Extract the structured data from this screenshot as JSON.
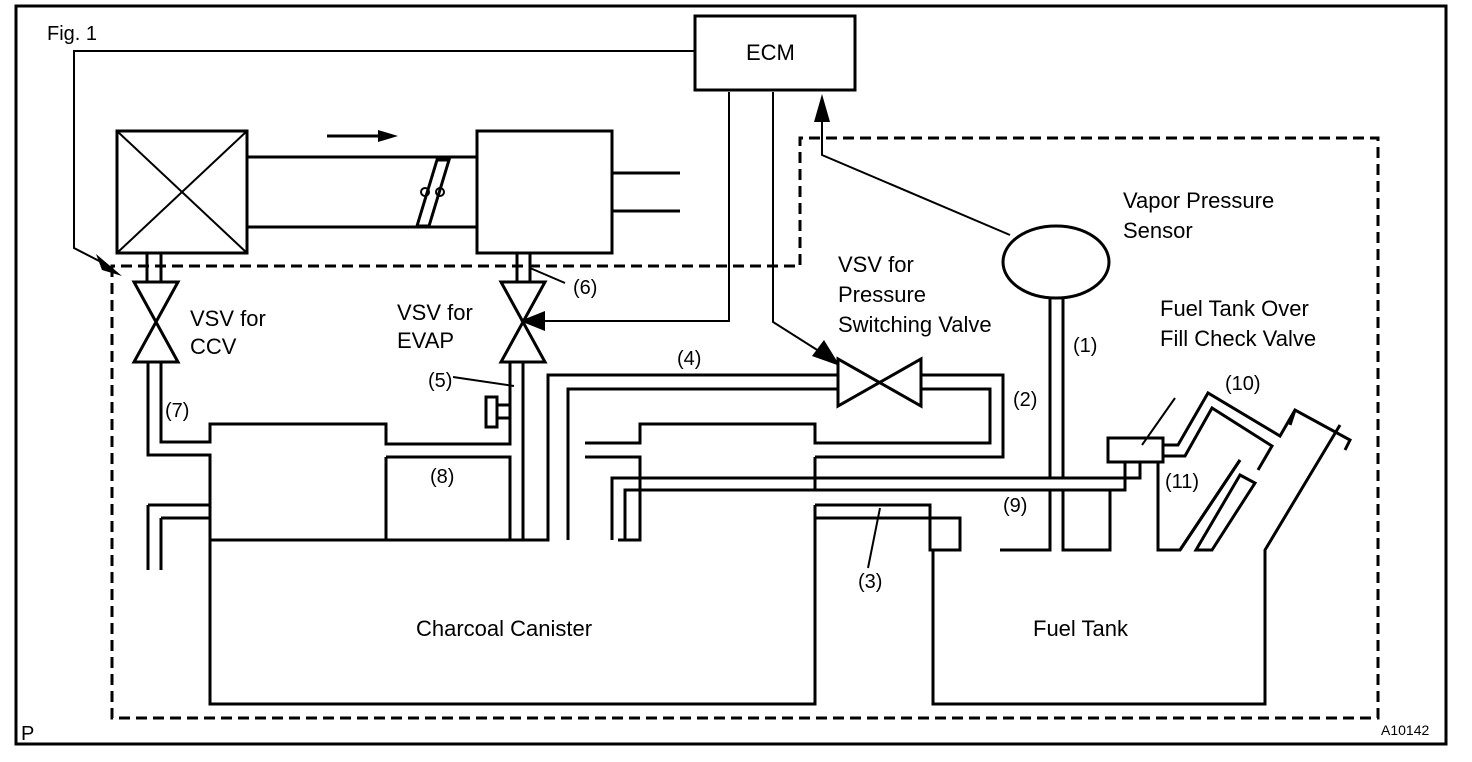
{
  "figure": {
    "title": "Fig. 1",
    "corner_mark": "P",
    "figure_code": "A10142"
  },
  "components": {
    "ecm": "ECM",
    "vapor_pressure_sensor": [
      "Vapor Pressure",
      "Sensor"
    ],
    "vsv_ccv": [
      "VSV for",
      "CCV"
    ],
    "vsv_evap": [
      "VSV for",
      "EVAP"
    ],
    "vsv_pressure_switching": [
      "VSV for",
      "Pressure",
      "Switching Valve"
    ],
    "fill_check_valve": [
      "Fuel Tank Over",
      "Fill Check Valve"
    ],
    "charcoal_canister": "Charcoal Canister",
    "fuel_tank": "Fuel Tank"
  },
  "callouts": [
    "(1)",
    "(2)",
    "(3)",
    "(4)",
    "(5)",
    "(6)",
    "(7)",
    "(8)",
    "(9)",
    "(10)",
    "(11)"
  ]
}
